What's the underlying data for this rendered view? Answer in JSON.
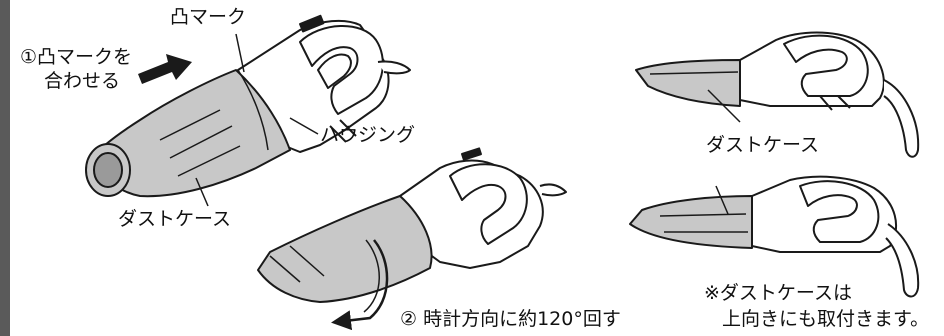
{
  "labels": {
    "convex_mark": "凸マーク",
    "step1_line1": "①凸マークを",
    "step1_line2": "合わせる",
    "housing": "ハウジング",
    "dust_case_left": "ダストケース",
    "dust_case_top_right": "ダストケース",
    "step2": "② 時計方向に約120°回す",
    "note_line1": "※ダストケースは",
    "note_line2": "上向きにも取付きます。"
  },
  "colors": {
    "outline": "#1a1a1a",
    "dust_case_fill": "#c8c8c8",
    "body_fill": "#ffffff",
    "left_edge": "#5a5a5a"
  },
  "icons": {
    "step1_arrow": "arrow-right-icon",
    "step2_arrow": "curved-arrow-icon"
  }
}
